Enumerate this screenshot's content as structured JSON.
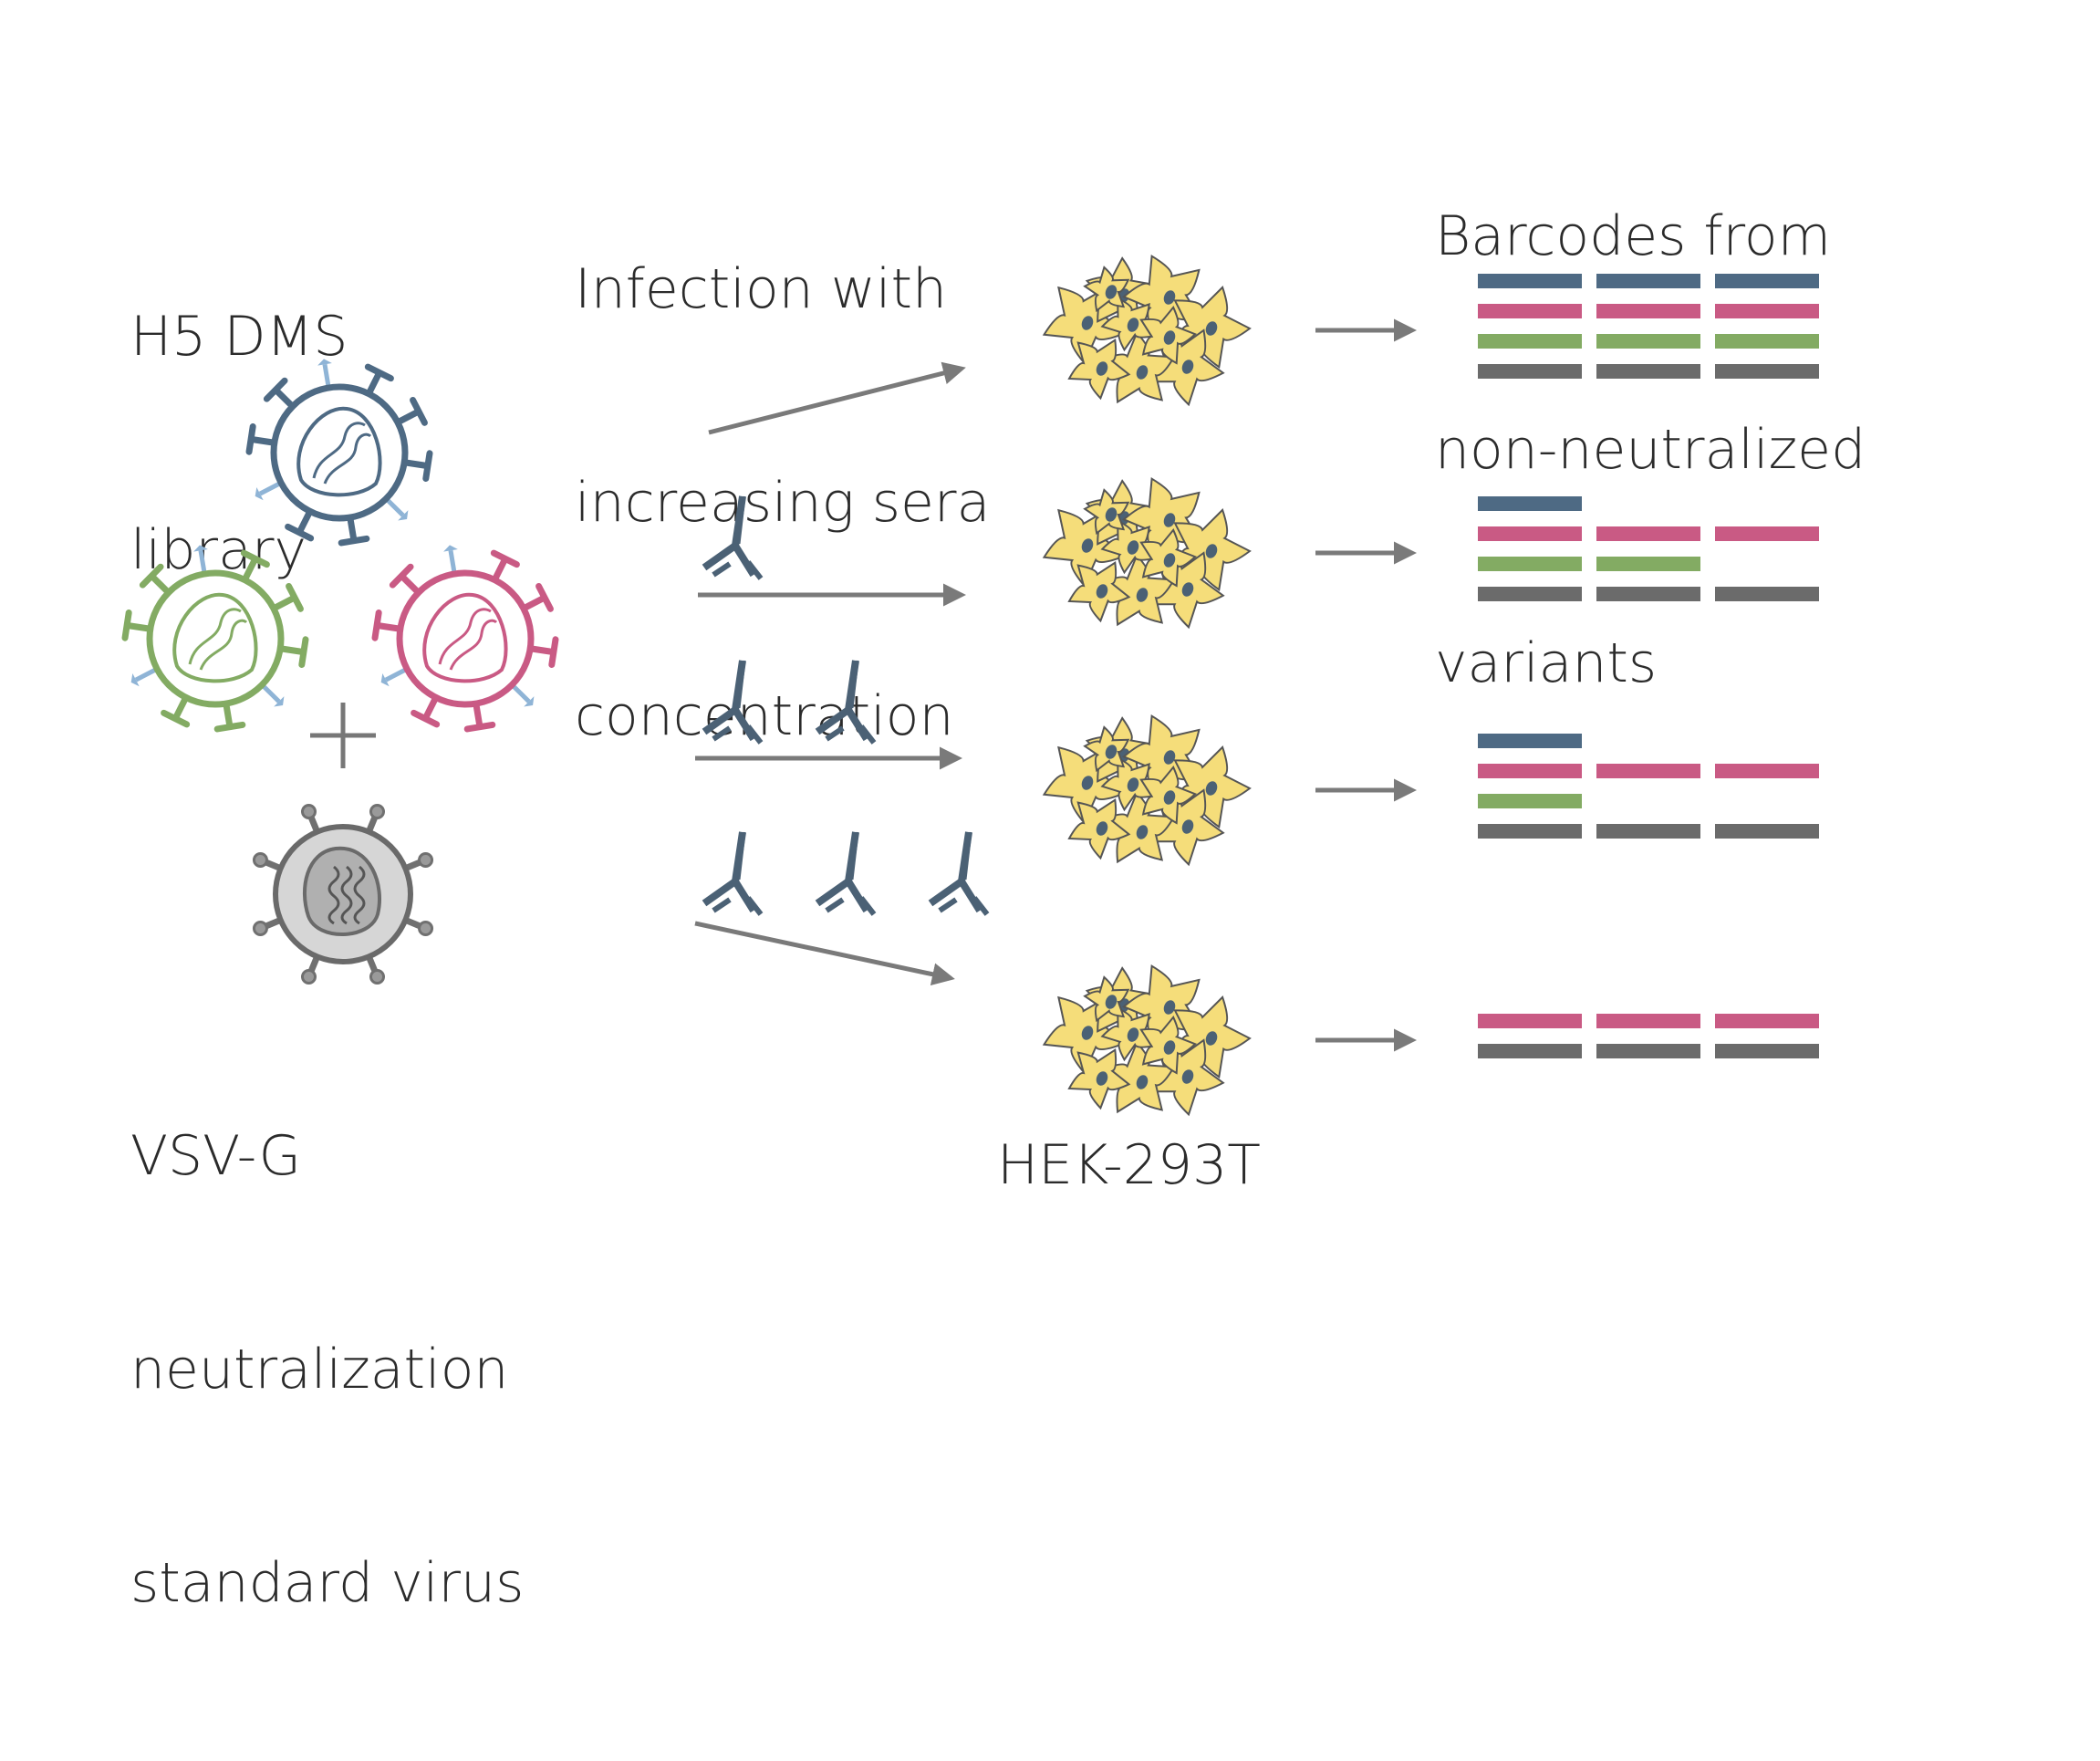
{
  "labels": {
    "library": [
      "H5 DMS",
      "library"
    ],
    "vsvg": [
      "VSV-G",
      "neutralization",
      "standard virus"
    ],
    "infection": [
      "Infection with",
      "increasing sera",
      "concentration"
    ],
    "barcodes": [
      "Barcodes from",
      "non-neutralized",
      "variants"
    ],
    "cells": "HEK-293T"
  },
  "colors": {
    "blue": "#4e6a84",
    "pink": "#c95a84",
    "green": "#83ab63",
    "gray": "#6b6b6b",
    "arrow": "#7a7a7a",
    "antibody": "#4b6175",
    "cell_fill": "#f5dd7a",
    "cell_stroke": "#555555",
    "vsv_fill": "#d6d6d6",
    "spike_tip": "#8fb4d6"
  },
  "icons": {
    "library_viruses": [
      "virus-blue-icon",
      "virus-green-icon",
      "virus-pink-icon"
    ],
    "standard_virus": "vsv-virus-icon",
    "plus": "plus-icon",
    "antibody": "antibody-icon",
    "cells": "cell-cluster-icon",
    "arrow": "arrow-icon"
  },
  "conditions": [
    {
      "antibody_count": 0,
      "barcodes": {
        "blue": 3,
        "pink": 3,
        "green": 3,
        "gray": 3
      }
    },
    {
      "antibody_count": 1,
      "barcodes": {
        "blue": 1,
        "pink": 3,
        "green": 2,
        "gray": 3
      }
    },
    {
      "antibody_count": 2,
      "barcodes": {
        "blue": 1,
        "pink": 3,
        "green": 1,
        "gray": 3
      }
    },
    {
      "antibody_count": 3,
      "barcodes": {
        "blue": 0,
        "pink": 3,
        "green": 0,
        "gray": 3
      }
    }
  ]
}
